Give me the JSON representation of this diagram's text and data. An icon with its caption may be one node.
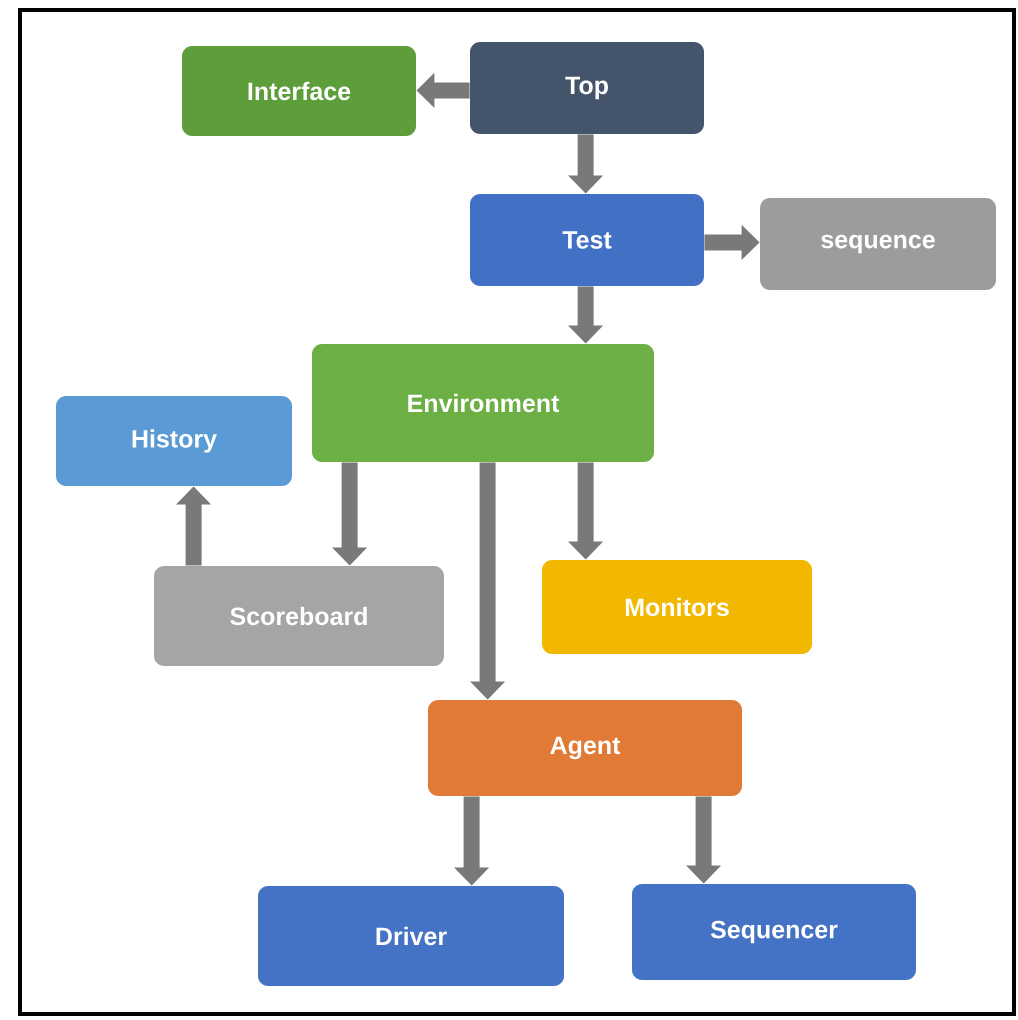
{
  "diagram": {
    "nodes": [
      {
        "text": [
          "Top"
        ]
      },
      {
        "text": [
          "Interface"
        ]
      },
      {
        "text": [
          "Test"
        ]
      },
      {
        "text": [
          "sequence"
        ]
      },
      {
        "text": [
          "Environment"
        ]
      },
      {
        "text": [
          "History"
        ]
      },
      {
        "text": [
          "Scoreboard"
        ]
      },
      {
        "text": [
          "Monitors"
        ]
      },
      {
        "text": [
          "Agent"
        ]
      },
      {
        "text": [
          "Driver"
        ]
      },
      {
        "text": [
          "Sequencer"
        ]
      }
    ],
    "edges": [
      {
        "from": 0,
        "to": 1,
        "arrow": "to"
      },
      {
        "from": 0,
        "to": 2,
        "arrow": "to"
      },
      {
        "from": 2,
        "to": 3,
        "arrow": "to"
      },
      {
        "from": 2,
        "to": 4,
        "arrow": "to"
      },
      {
        "from": 6,
        "to": 5,
        "arrow": "to"
      },
      {
        "from": 4,
        "to": 6,
        "arrow": "to"
      },
      {
        "from": 4,
        "to": 8,
        "arrow": "to"
      },
      {
        "from": 4,
        "to": 7,
        "arrow": "to"
      },
      {
        "from": 8,
        "to": 9,
        "arrow": "to"
      },
      {
        "from": 8,
        "to": 10,
        "arrow": "to"
      }
    ]
  }
}
